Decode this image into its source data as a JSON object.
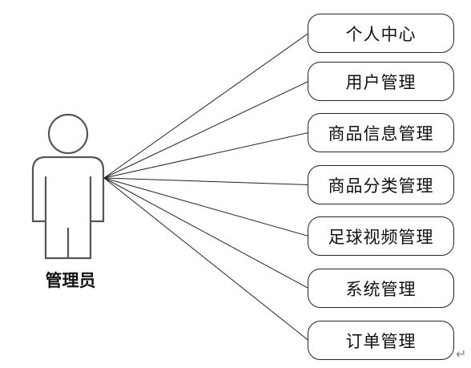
{
  "actor": {
    "label": "管理员"
  },
  "use_cases": [
    {
      "label": "个人中心"
    },
    {
      "label": "用户管理"
    },
    {
      "label": "商品信息管理"
    },
    {
      "label": "商品分类管理"
    },
    {
      "label": "足球视频管理"
    },
    {
      "label": "系统管理"
    },
    {
      "label": "订单管理"
    }
  ],
  "marks": {
    "return_symbol": "↵"
  },
  "colors": {
    "line": "#222222",
    "actor_stroke": "#555555"
  }
}
